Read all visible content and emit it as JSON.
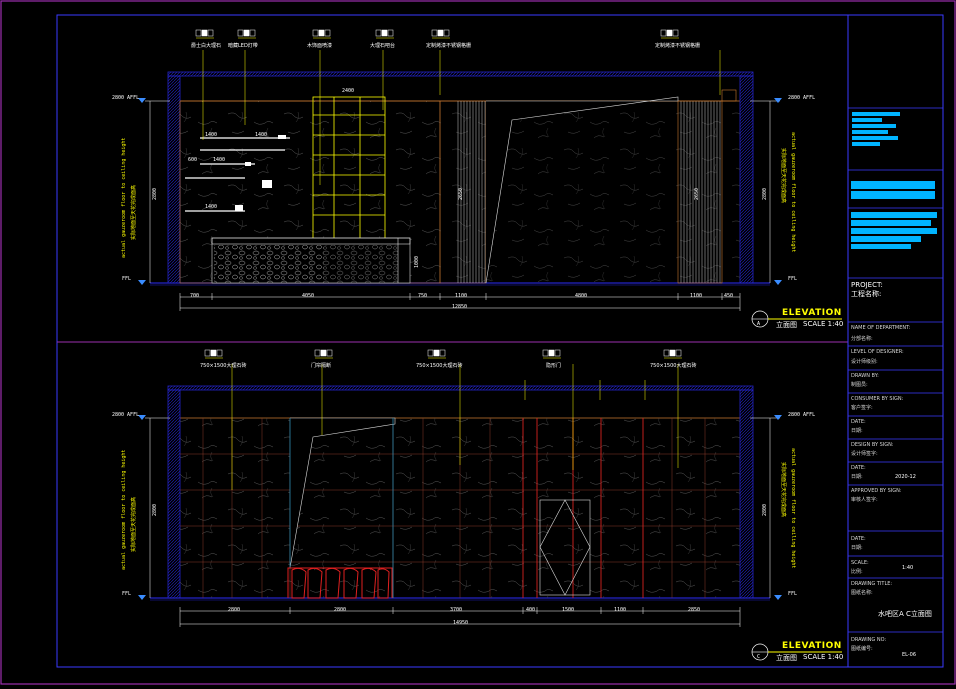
{
  "colors": {
    "background": "#000000",
    "frame": "#9b2fae",
    "inner_frame": "#3a3aff",
    "wall": "#2323c8",
    "dimension": "#ffffff",
    "annotation": "#ffff00",
    "marble_grid": "#8a3a2a",
    "glass": "#2e8bb0",
    "redacted": "#00b4ff"
  },
  "titleblock": {
    "project_en": "PROJECT:",
    "project_cn": "工程名称:",
    "rows": [
      {
        "en": "NAME OF DEPARTMENT:",
        "cn": "分部名称:",
        "value": ""
      },
      {
        "en": "LEVEL OF DESIGNER:",
        "cn": "设计师级别:",
        "value": ""
      },
      {
        "en": "DRAWN BY:",
        "cn": "制图员:",
        "value": ""
      },
      {
        "en": "CONSUMER BY SIGN:",
        "cn": "客户签字:",
        "value": ""
      },
      {
        "en": "DATE:",
        "cn": "日期:",
        "value": ""
      },
      {
        "en": "DESIGN BY SIGN:",
        "cn": "设计师签字:",
        "value": ""
      },
      {
        "en": "DATE:",
        "cn": "日期:",
        "value": "2020-12"
      },
      {
        "en": "APPROVED BY SIGN:",
        "cn": "审核人签字:",
        "value": ""
      },
      {
        "en": "DATE:",
        "cn": "日期:",
        "value": ""
      },
      {
        "en": "SCALE:",
        "cn": "比例:",
        "value": "1:40"
      },
      {
        "en": "DRAWING TITLE:",
        "cn": "图纸名称:",
        "value": "水吧区A C立面图"
      },
      {
        "en": "DRAWING NO:",
        "cn": "图纸编号:",
        "value": "EL-06"
      }
    ]
  },
  "elevation_a": {
    "marker": "A",
    "title": "ELEVATION",
    "subtitle_cn": "立面图",
    "scale": "SCALE 1:40",
    "level_top": "2800 AFFL",
    "level_top_right": "2800 AFFL",
    "level_floor": "FFL",
    "level_floor_right": "FFL",
    "height_dim": "2800",
    "side_note": "actual gauzeroom floor to ceiling height",
    "side_note_cn": "实际地面至天花完成面高",
    "dims": [
      "700",
      "4050",
      "750",
      "1100",
      "4800",
      "1100",
      "450"
    ],
    "total": "12850",
    "tags": [
      "爵士白大理石",
      "暗藏LED灯带",
      "木饰面喷漆",
      "大理石吧台",
      "定制烤漆不锈钢格栅",
      "定制烤漆不锈钢格栅"
    ],
    "inner_dims": [
      "1400",
      "1400",
      "1400",
      "1400",
      "600",
      "2400",
      "1000",
      "2650",
      "2650"
    ]
  },
  "elevation_c": {
    "marker": "C",
    "title": "ELEVATION",
    "subtitle_cn": "立面图",
    "scale": "SCALE 1:40",
    "level_top": "2800 AFFL",
    "level_top_right": "2800 AFFL",
    "level_floor": "FFL",
    "level_floor_right": "FFL",
    "height_dim": "2800",
    "side_note": "actual gauzeroom floor to ceiling height",
    "side_note_cn": "实际地面至天花完成面高",
    "dims": [
      "2800",
      "2800",
      "3700",
      "400",
      "1500",
      "1100",
      "2850"
    ],
    "total": "14950",
    "tags": [
      "750×1500大理石砖",
      "门帘隔断",
      "750×1500大理石砖",
      "隐形门",
      "750×1500大理石砖"
    ]
  }
}
